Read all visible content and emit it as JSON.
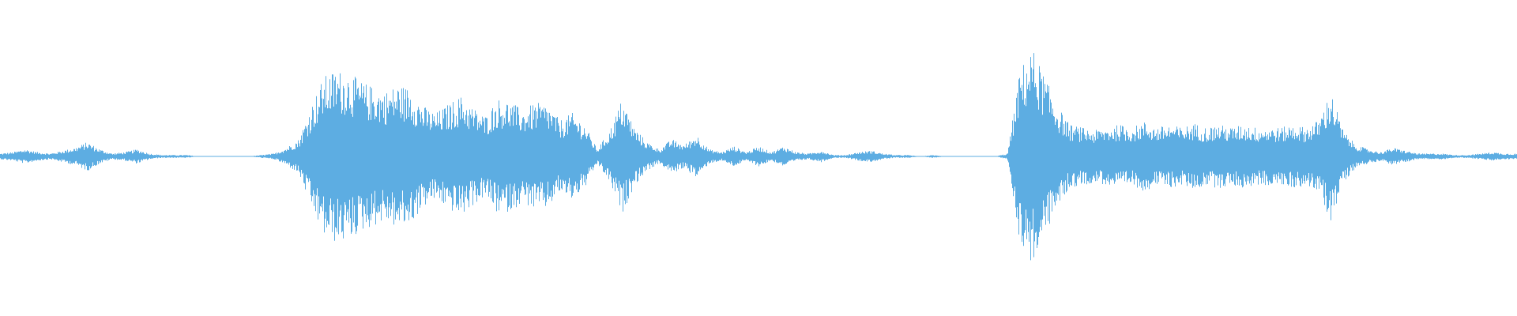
{
  "waveform": {
    "color": "#5dade2",
    "background": "#ffffff",
    "amplitude_envelope": [
      0.02,
      0.03,
      0.05,
      0.03,
      0.02,
      0.04,
      0.06,
      0.1,
      0.05,
      0.02,
      0.03,
      0.05,
      0.02,
      0.01,
      0.01,
      0.01,
      0.0,
      0.0,
      0.0,
      0.0,
      0.0,
      0.01,
      0.02,
      0.06,
      0.12,
      0.35,
      0.55,
      0.6,
      0.58,
      0.52,
      0.48,
      0.45,
      0.5,
      0.47,
      0.35,
      0.3,
      0.36,
      0.42,
      0.34,
      0.28,
      0.4,
      0.38,
      0.32,
      0.37,
      0.36,
      0.25,
      0.3,
      0.22,
      0.05,
      0.18,
      0.4,
      0.2,
      0.1,
      0.05,
      0.12,
      0.08,
      0.15,
      0.05,
      0.03,
      0.07,
      0.03,
      0.07,
      0.03,
      0.07,
      0.03,
      0.02,
      0.04,
      0.01,
      0.01,
      0.03,
      0.04,
      0.02,
      0.01,
      0.01,
      0.0,
      0.01,
      0.0,
      0.0,
      0.0,
      0.0,
      0.0,
      0.02,
      0.6,
      0.75,
      0.55,
      0.35,
      0.22,
      0.2,
      0.18,
      0.2,
      0.22,
      0.2,
      0.24,
      0.2,
      0.22,
      0.2,
      0.23,
      0.2,
      0.22,
      0.2,
      0.22,
      0.2,
      0.2,
      0.2,
      0.22,
      0.2,
      0.25,
      0.45,
      0.18,
      0.08,
      0.05,
      0.03,
      0.06,
      0.04,
      0.02,
      0.02,
      0.02,
      0.01,
      0.01,
      0.02,
      0.03,
      0.02,
      0.02
    ]
  }
}
